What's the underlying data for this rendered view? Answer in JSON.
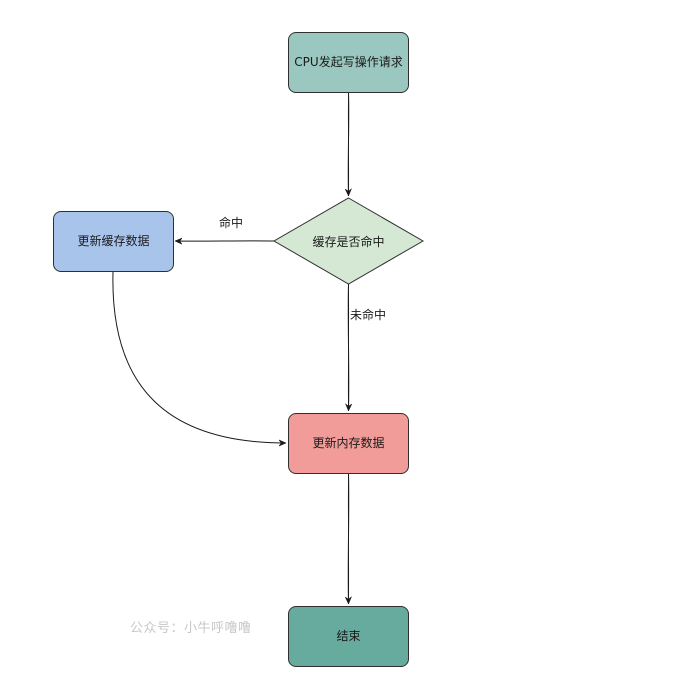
{
  "nodes": {
    "start": "CPU发起写操作请求",
    "decision": "缓存是否命中",
    "update_cache": "更新缓存数据",
    "update_memory": "更新内存数据",
    "end": "结束"
  },
  "edges": {
    "hit_label": "命中",
    "miss_label": "未命中"
  },
  "watermark": "公众号：小牛呼噜噜",
  "colors": {
    "start_fill": "#9ac7bf",
    "decision_fill": "#d5e8d4",
    "cache_fill": "#a9c4eb",
    "memory_fill": "#f19c99",
    "end_fill": "#67ab9f"
  }
}
